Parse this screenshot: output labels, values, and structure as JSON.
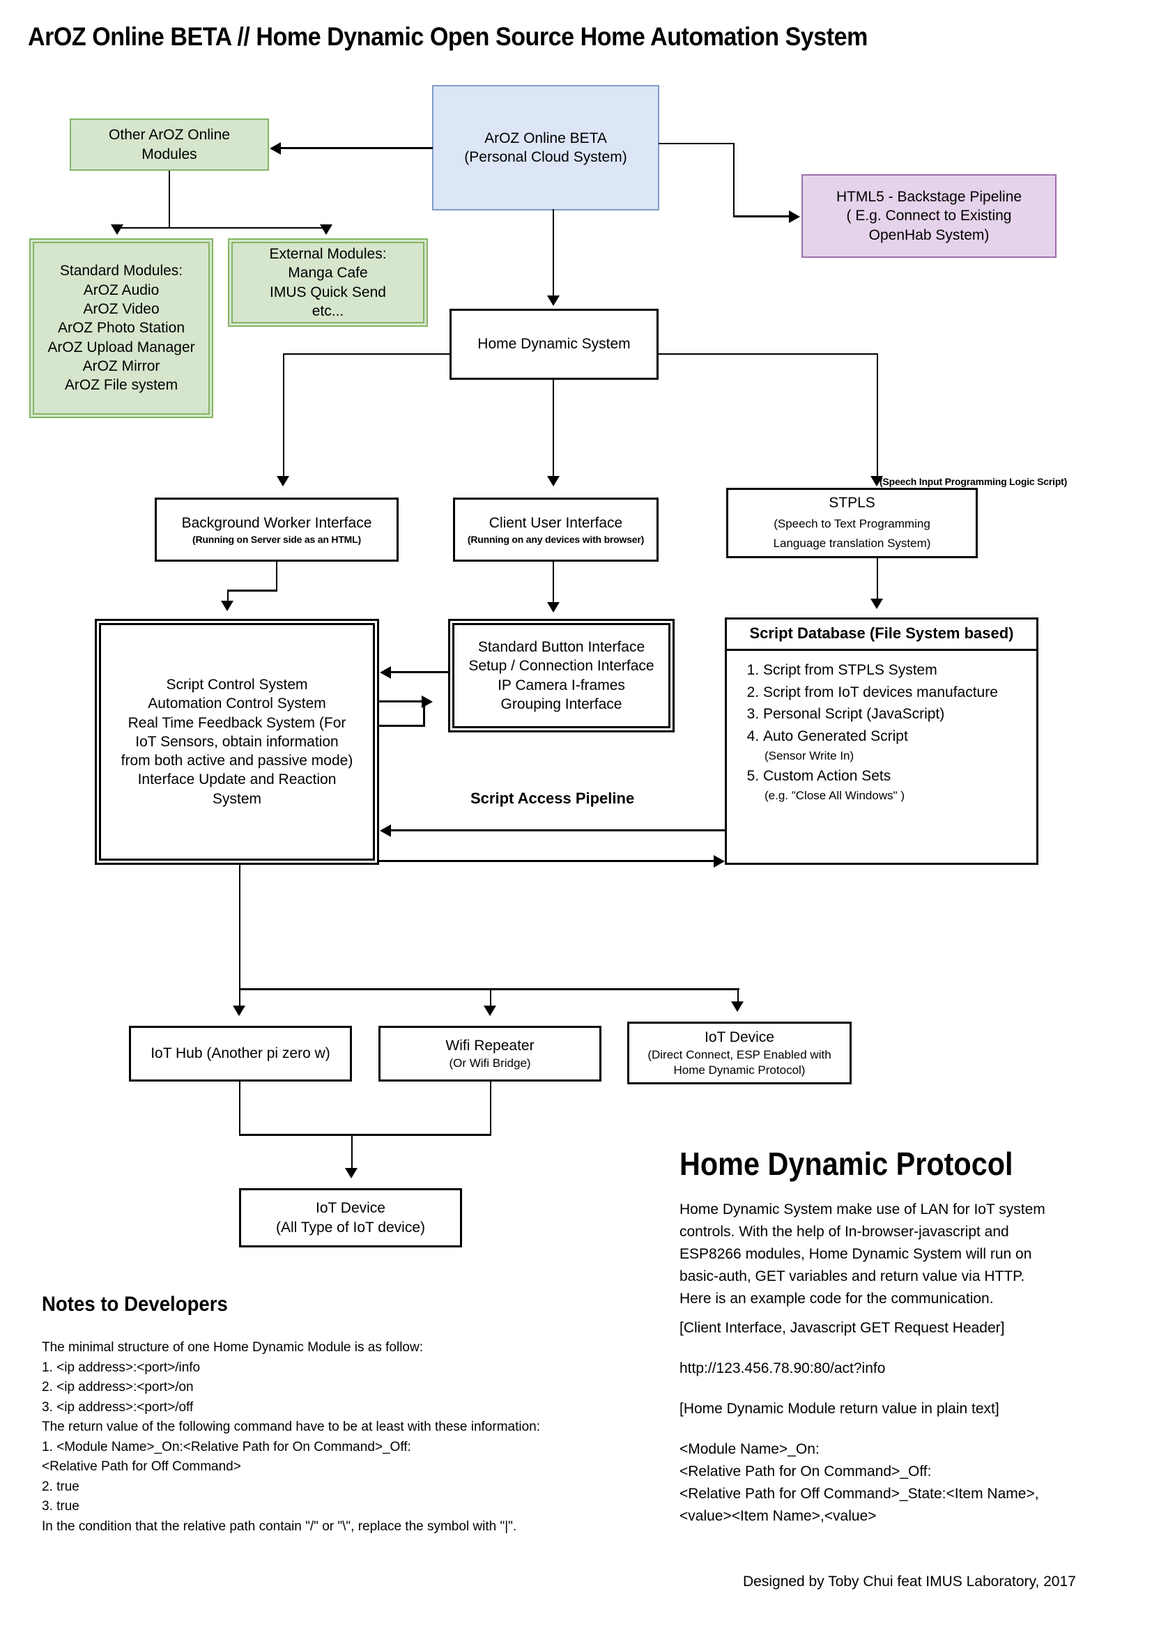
{
  "page": {
    "title": "ArOZ Online BETA //  Home Dynamic Open Source Home Automation System",
    "footer": "Designed by Toby Chui feat IMUS Laboratory, 2017",
    "colors": {
      "blue_fill": "#dce6f7",
      "blue_border": "#7f9dc8",
      "green_fill": "#d6e6cd",
      "green_border": "#85b563",
      "purple_fill": "#e4d3ea",
      "purple_border": "#9d6fae",
      "line": "#000000"
    }
  },
  "nodes": {
    "aroz_online": {
      "line1": "ArOZ Online BETA",
      "line2": "(Personal Cloud System)"
    },
    "other_modules": {
      "line1": "Other ArOZ Online",
      "line2": "Modules"
    },
    "html5_pipeline": {
      "line1": "HTML5 - Backstage Pipeline",
      "line2": "( E.g. Connect to Existing",
      "line3": "OpenHab System)"
    },
    "standard_modules": {
      "line1": "Standard Modules:",
      "line2": "ArOZ Audio",
      "line3": "ArOZ Video",
      "line4": "ArOZ Photo Station",
      "line5": "ArOZ Upload Manager",
      "line6": "ArOZ Mirror",
      "line7": "ArOZ File system"
    },
    "external_modules": {
      "line1": "External Modules:",
      "line2": "Manga Cafe",
      "line3": "IMUS Quick Send",
      "line4": "etc..."
    },
    "home_dynamic_system": {
      "line1": "Home Dynamic System"
    },
    "background_worker": {
      "line1": "Background Worker Interface",
      "line2": "(Running on Server side as an HTML)"
    },
    "client_user_interface": {
      "line1": "Client User Interface",
      "line2": "(Running on any devices with browser)"
    },
    "stpls": {
      "caption": "(Speech Input Programming Logic Script)",
      "line1": "STPLS",
      "line2": "(Speech to Text Programming",
      "line3": "Language translation System)"
    },
    "script_control": {
      "line1": "Script Control System",
      "line2": "Automation Control System",
      "line3": "Real Time Feedback System (For",
      "line4": "IoT Sensors, obtain information",
      "line5": "from both active and passive mode)",
      "line6": "Interface Update and Reaction",
      "line7": "System"
    },
    "standard_button": {
      "line1": "Standard Button Interface",
      "line2": "Setup / Connection Interface",
      "line3": "IP Camera I-frames",
      "line4": "Grouping Interface"
    },
    "script_database": {
      "header": "Script Database (File System based)",
      "items": [
        {
          "text": "Script from STPLS System",
          "note": ""
        },
        {
          "text": "Script from IoT devices manufacture",
          "note": ""
        },
        {
          "text": "Personal Script (JavaScript)",
          "note": ""
        },
        {
          "text": "Auto Generated Script",
          "note": "(Sensor Write In)"
        },
        {
          "text": "Custom Action Sets",
          "note": "(e.g. \"Close All Windows\" )"
        }
      ]
    },
    "iot_hub": {
      "line1": "IoT Hub (Another pi zero w)"
    },
    "wifi_repeater": {
      "line1": "Wifi Repeater",
      "line2": "(Or Wifi Bridge)"
    },
    "iot_device_direct": {
      "line1": "IoT Device",
      "line2": "(Direct Connect, ESP Enabled with",
      "line3": "Home Dynamic Protocol)"
    },
    "iot_device_all": {
      "line1": "IoT Device",
      "line2": "(All Type of IoT device)"
    }
  },
  "edges": {
    "script_access_pipeline_label": "Script Access Pipeline"
  },
  "notes_to_developers": {
    "heading": "Notes to Developers",
    "body": "The minimal structure of one Home Dynamic Module is as follow:\n1. <ip address>:<port>/info\n2. <ip address>:<port>/on\n3. <ip address>:<port>/off\nThe return value of the following command have to be at least with these information:\n1. <Module Name>_On:<Relative Path for On Command>_Off:\n<Relative Path for Off Command>\n2. true\n3. true\nIn the condition that the relative path contain \"/\" or \"\\\", replace the symbol with \"|\"."
  },
  "home_dynamic_protocol": {
    "heading": "Home Dynamic Protocol",
    "paragraph": "Home Dynamic System make use of LAN for IoT system\ncontrols. With the help of In-browser-javascript and\nESP8266 modules, Home Dynamic System will run on\nbasic-auth, GET variables and return value via HTTP.\nHere is an example code for the communication.",
    "client_header_label": "[Client Interface, Javascript GET Request Header]",
    "example_url": "http://123.456.78.90:80/act?info",
    "return_label": "[Home Dynamic Module return value in plain text]",
    "return_value": "<Module Name>_On:\n<Relative Path for On Command>_Off:\n<Relative Path for Off Command>_State:<Item Name>,\n<value><Item Name>,<value>"
  }
}
